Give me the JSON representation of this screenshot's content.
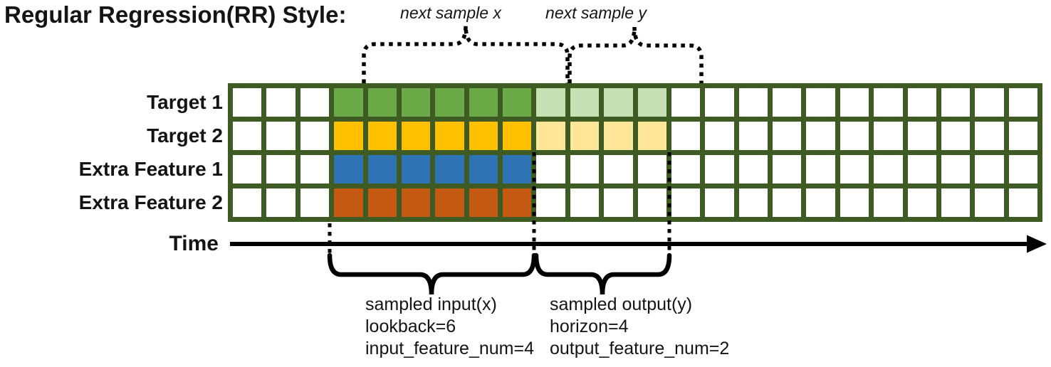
{
  "title": "Regular Regression(RR) Style:",
  "annotations": {
    "next_sample_x": "next sample x",
    "next_sample_y": "next sample y"
  },
  "time_label": "Time",
  "grid": {
    "columns": 24,
    "line_color": "#3D5B22",
    "rows": [
      {
        "label": "Target 1",
        "segments": [
          {
            "name": "lookback",
            "start": 3,
            "count": 6,
            "color": "#6BAB47"
          },
          {
            "name": "horizon",
            "start": 9,
            "count": 4,
            "color": "#C6E0B4"
          }
        ]
      },
      {
        "label": "Target 2",
        "segments": [
          {
            "name": "lookback",
            "start": 3,
            "count": 6,
            "color": "#FFC000"
          },
          {
            "name": "horizon",
            "start": 9,
            "count": 4,
            "color": "#FFE699"
          }
        ]
      },
      {
        "label": "Extra Feature 1",
        "segments": [
          {
            "name": "lookback",
            "start": 3,
            "count": 6,
            "color": "#2E74B5"
          }
        ]
      },
      {
        "label": "Extra Feature 2",
        "segments": [
          {
            "name": "lookback",
            "start": 3,
            "count": 6,
            "color": "#C45A11"
          }
        ]
      }
    ]
  },
  "input_note": {
    "title": "sampled input(x)",
    "param1": "lookback=6",
    "param2": "input_feature_num=4"
  },
  "output_note": {
    "title": "sampled output(y)",
    "param1": "horizon=4",
    "param2": "output_feature_num=2"
  }
}
